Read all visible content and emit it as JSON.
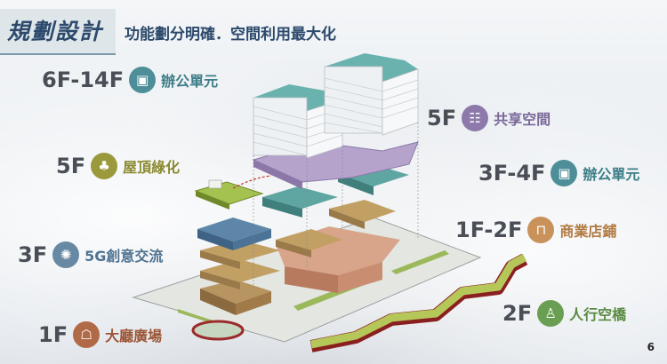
{
  "header": {
    "title": "規劃設計",
    "subtitle": "功能劃分明確．空間利用最大化"
  },
  "labels": {
    "office_upper": {
      "floor": "6F-14F",
      "name": "辦公單元",
      "icon": "desk-icon",
      "color": "#4d8e99"
    },
    "roof_garden": {
      "floor": "5F",
      "name": "屋頂綠化",
      "icon": "garden-icon",
      "color": "#9a9a3c"
    },
    "innovation": {
      "floor": "3F",
      "name": "5G創意交流",
      "icon": "brain-icon",
      "color": "#6889a3"
    },
    "lobby": {
      "floor": "1F",
      "name": "大廳廣場",
      "icon": "reception-icon",
      "color": "#b06a48"
    },
    "shared": {
      "floor": "5F",
      "name": "共享空間",
      "icon": "meeting-icon",
      "color": "#8d7aaa"
    },
    "office_lower": {
      "floor": "3F-4F",
      "name": "辦公單元",
      "icon": "desk-icon",
      "color": "#4d8e99"
    },
    "retail": {
      "floor": "1F-2F",
      "name": "商業店鋪",
      "icon": "shopping-bag-icon",
      "color": "#c9925a"
    },
    "skybridge": {
      "floor": "2F",
      "name": "人行空橋",
      "icon": "pedestrian-icon",
      "color": "#6a9e52"
    }
  },
  "page_number": "6"
}
